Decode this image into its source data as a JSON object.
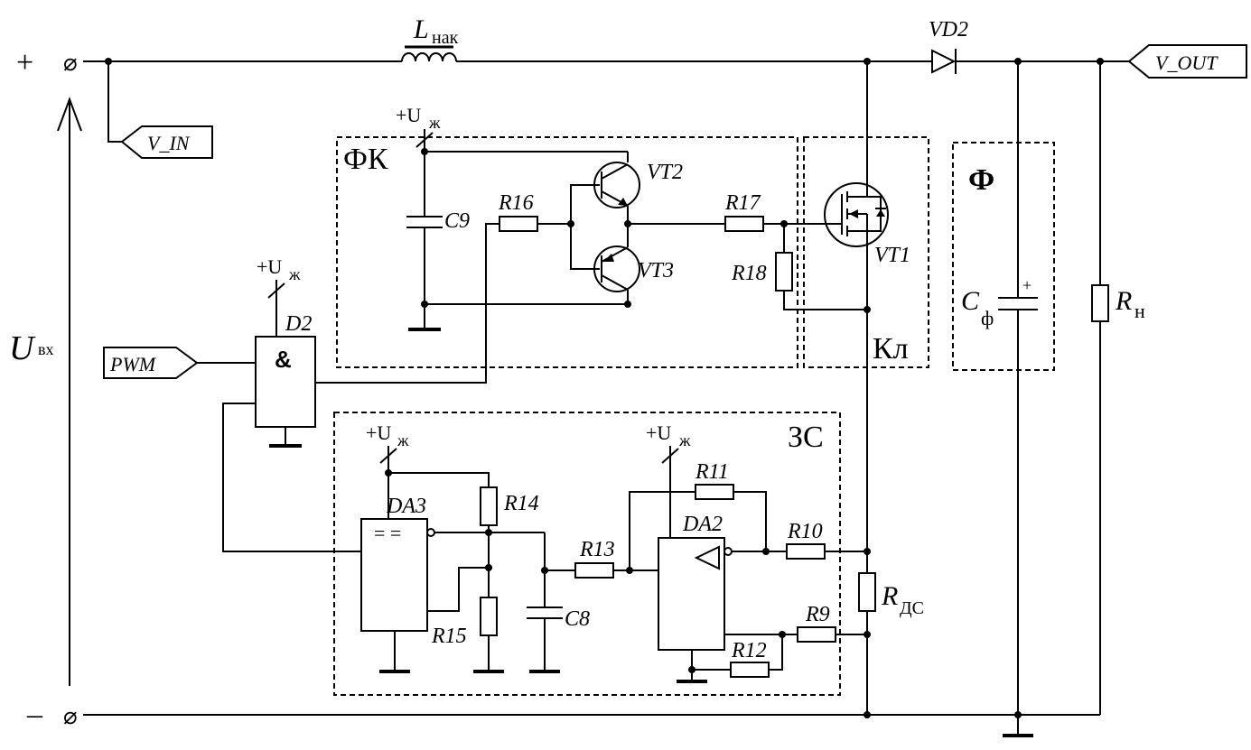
{
  "terminals": {
    "plus": "+",
    "minus": "–",
    "terminal_symbol": "⌀"
  },
  "voltage": {
    "sym": "U",
    "sub": "вх"
  },
  "inductor": {
    "sym": "L",
    "sub": "нак"
  },
  "diode": "VD2",
  "ports": {
    "v_in": "V_IN",
    "v_out": "V_OUT",
    "pwm": "PWM"
  },
  "supply": {
    "sym": "+U",
    "sub": "ж"
  },
  "blocks": {
    "fk": "ФК",
    "kl": "Кл",
    "f": "Ф",
    "zs": "ЗС"
  },
  "components": {
    "c9": "C9",
    "r16": "R16",
    "vt2": "VT2",
    "vt3": "VT3",
    "r17": "R17",
    "r18": "R18",
    "vt1": "VT1",
    "d2": "D2",
    "and_sym": "&",
    "da3": "DA3",
    "comp_sym": "= =",
    "r14": "R14",
    "r15": "R15",
    "c8": "C8",
    "r13": "R13",
    "r11": "R11",
    "da2": "DA2",
    "r10": "R10",
    "r9": "R9",
    "r12": "R12",
    "cf": {
      "sym": "C",
      "sub": "ф"
    },
    "rh": {
      "sym": "R",
      "sub": "н"
    },
    "rds": {
      "sym": "R",
      "sub": "ДС"
    }
  }
}
